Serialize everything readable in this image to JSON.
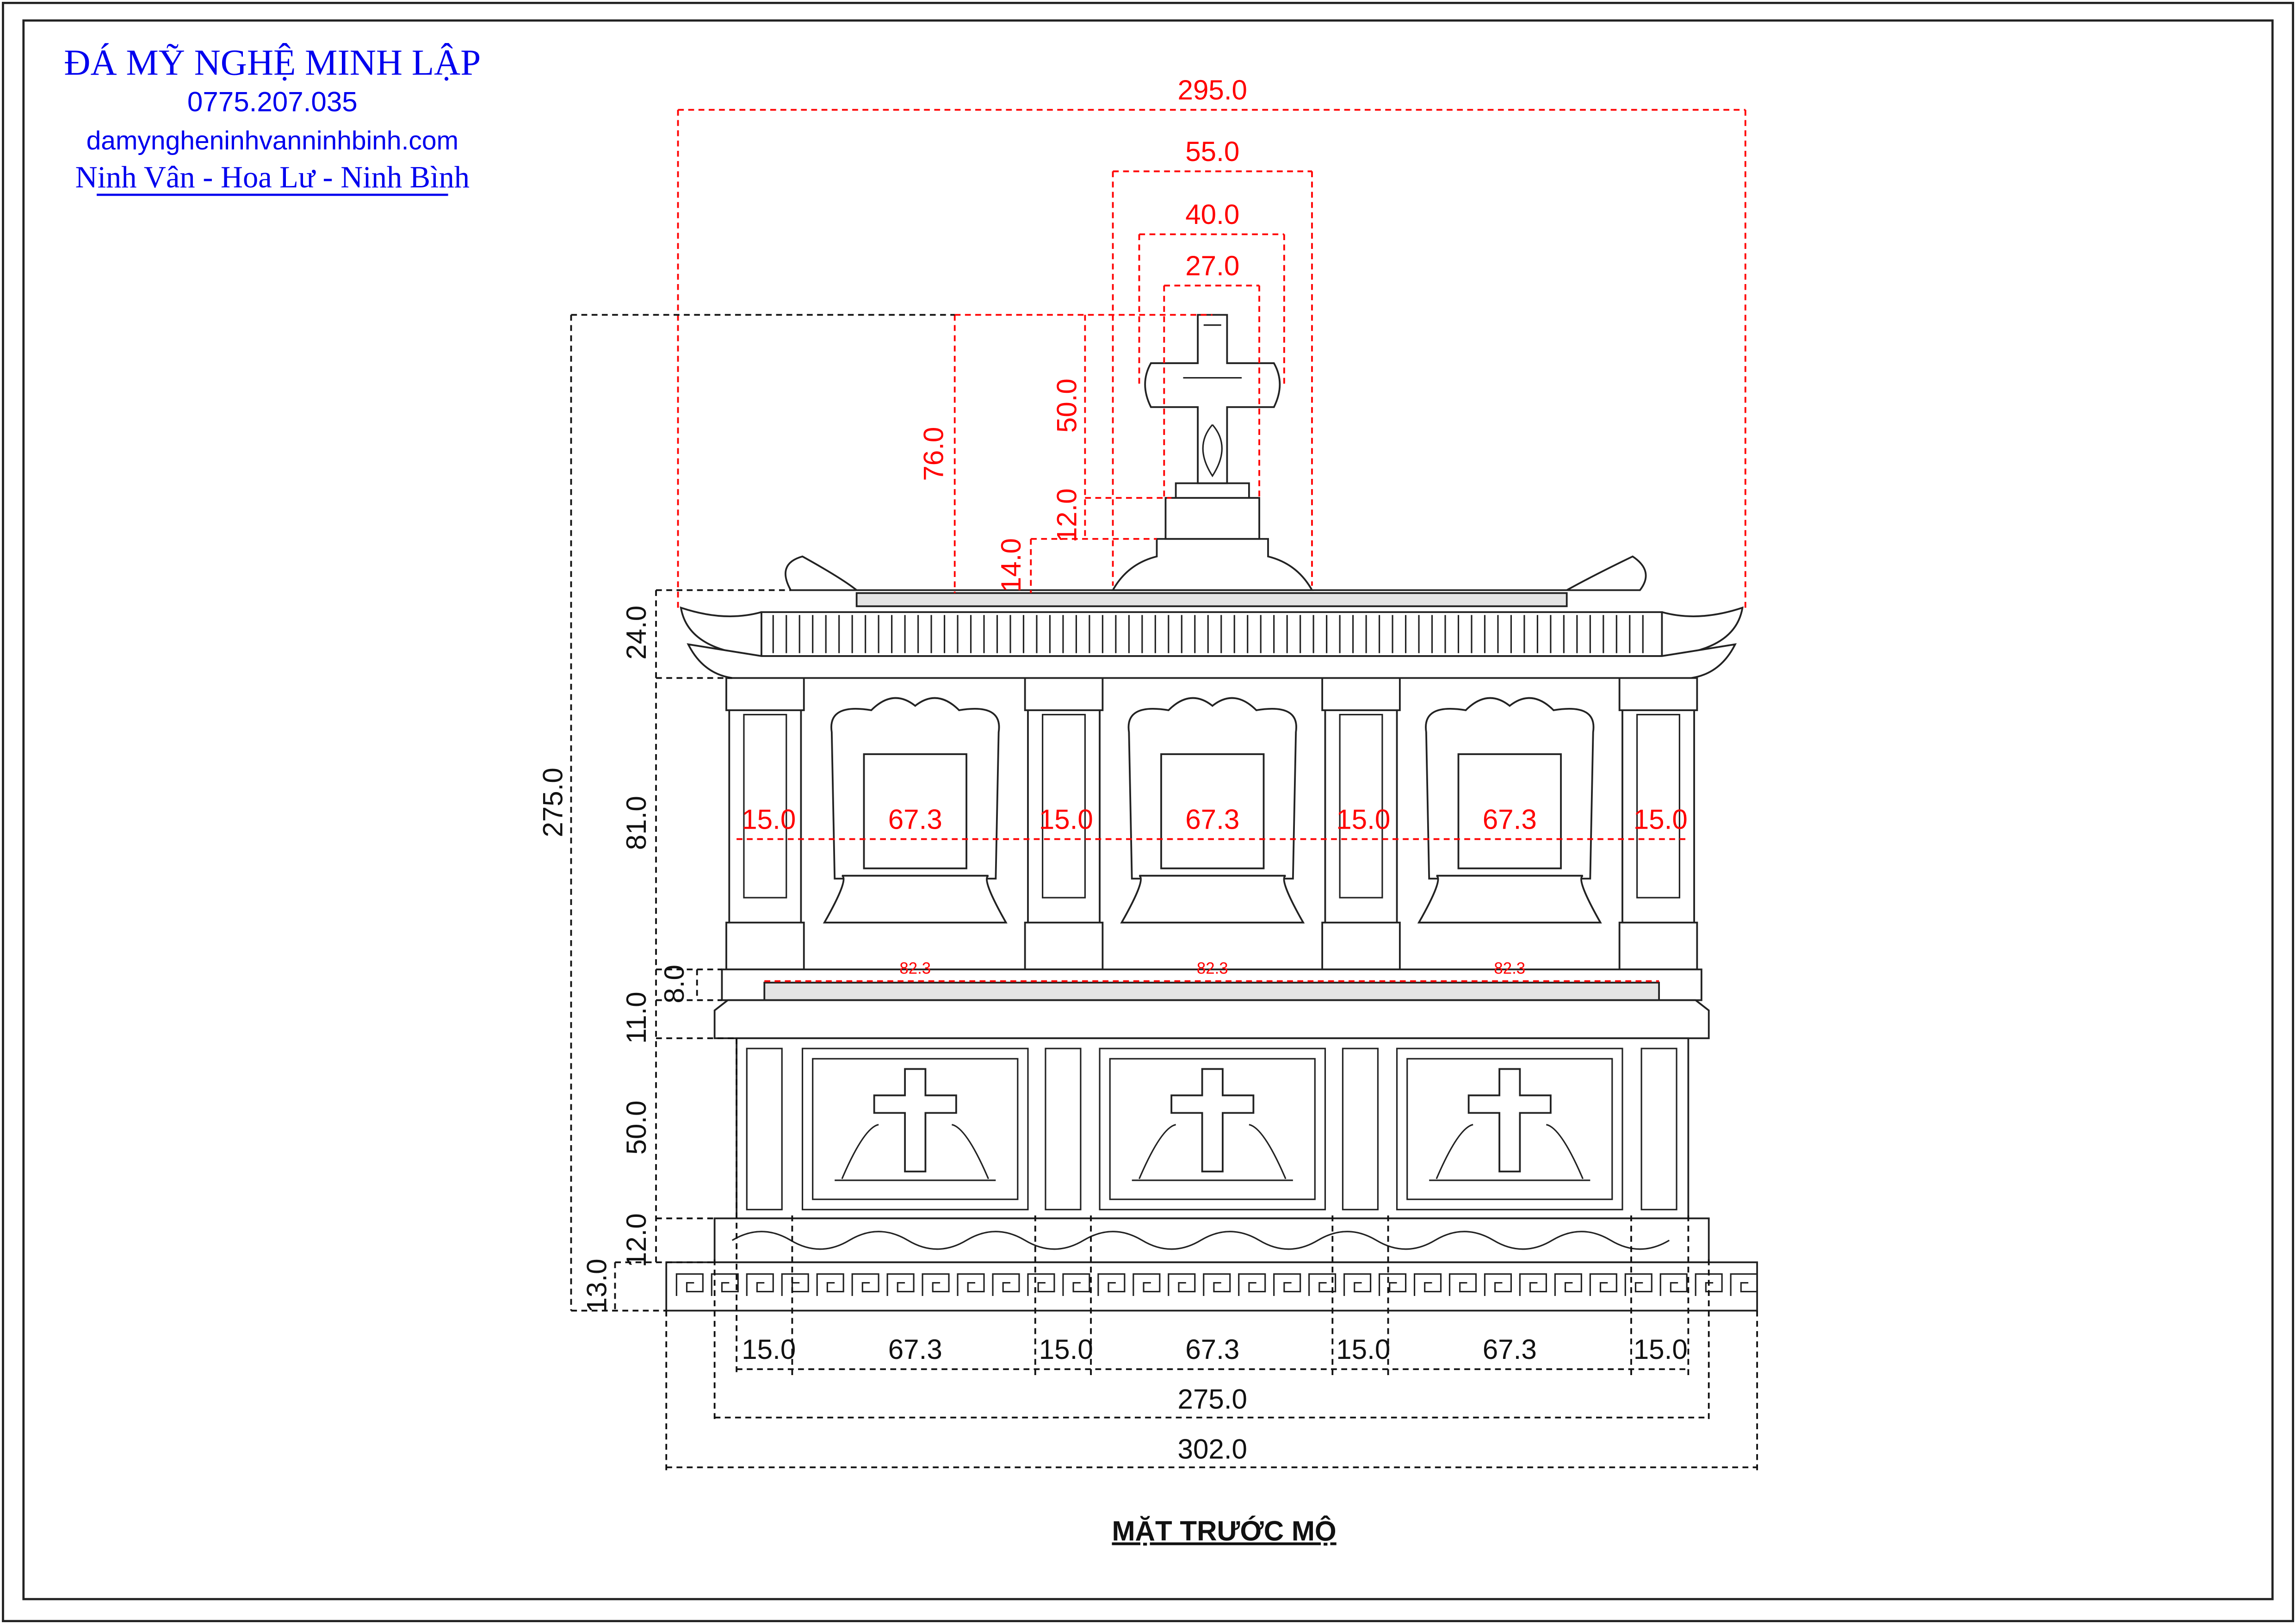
{
  "header": {
    "company": "ĐÁ MỸ NGHỆ MINH LẬP",
    "phone": "0775.207.035",
    "website": "damyngheninhvanninhbinh.com",
    "address": "Ninh Vân - Hoa Lư - Ninh Bình"
  },
  "drawing_title": "MẶT TRƯỚC MỘ",
  "colors": {
    "header": "#0000ee",
    "dimension_red": "#ff0000",
    "dimension_black": "#111111"
  },
  "top_dimensions": {
    "total_width": "295.0",
    "cross_base_width": "55.0",
    "cross_arm_width": "40.0",
    "cross_pedestal_width": "27.0",
    "cross_total_height": "76.0",
    "cross_height": "50.0",
    "pedestal_height": "12.0",
    "base_height": "14.0"
  },
  "side_dimensions": {
    "total_height": "275.0",
    "roof": "24.0",
    "upper_body": "81.0",
    "step1": "8.0",
    "step2": "11.0",
    "lower_body": "50.0",
    "frieze": "12.0",
    "plinth": "13.0"
  },
  "middle_row": [
    "15.0",
    "67.3",
    "15.0",
    "67.3",
    "15.0",
    "67.3",
    "15.0"
  ],
  "slab_row": [
    "82.3",
    "82.3",
    "82.3"
  ],
  "bottom_row": [
    "15.0",
    "67.3",
    "15.0",
    "67.3",
    "15.0",
    "67.3",
    "15.0"
  ],
  "bottom_totals": {
    "body_width": "275.0",
    "overall_width": "302.0"
  }
}
